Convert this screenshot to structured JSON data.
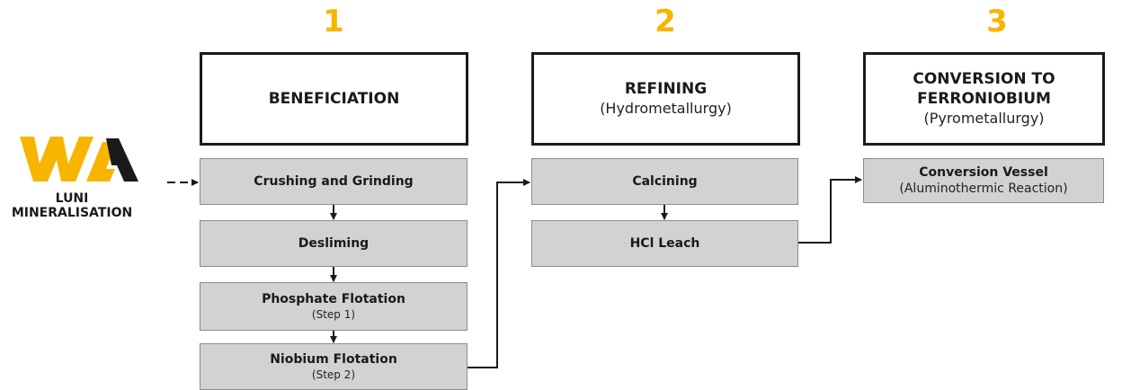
{
  "logo": {
    "line1": "LUNI",
    "line2": "MINERALISATION"
  },
  "columns": [
    {
      "number": "1",
      "header": {
        "title_lines": [
          "BENEFICIATION"
        ],
        "subtitle": ""
      },
      "steps": [
        {
          "title": "Crushing and Grinding",
          "subtitle": ""
        },
        {
          "title": "Desliming",
          "subtitle": ""
        },
        {
          "title": "Phosphate Flotation",
          "subtitle": "(Step 1)"
        },
        {
          "title": "Niobium Flotation",
          "subtitle": "(Step 2)"
        }
      ]
    },
    {
      "number": "2",
      "header": {
        "title_lines": [
          "REFINING"
        ],
        "subtitle": "(Hydrometallurgy)"
      },
      "steps": [
        {
          "title": "Calcining",
          "subtitle": ""
        },
        {
          "title": "HCl Leach",
          "subtitle": ""
        }
      ]
    },
    {
      "number": "3",
      "header": {
        "title_lines": [
          "CONVERSION TO",
          "FERRONIOBIUM"
        ],
        "subtitle": "(Pyrometallurgy)"
      },
      "steps": [
        {
          "title": "Conversion Vessel",
          "subtitle": "(Aluminothermic Reaction)"
        }
      ]
    }
  ],
  "colors": {
    "accent": "#f7b500",
    "box_fill": "#d2d2d2",
    "line": "#1a1a1a",
    "logo_dark": "#1a1a1a"
  }
}
